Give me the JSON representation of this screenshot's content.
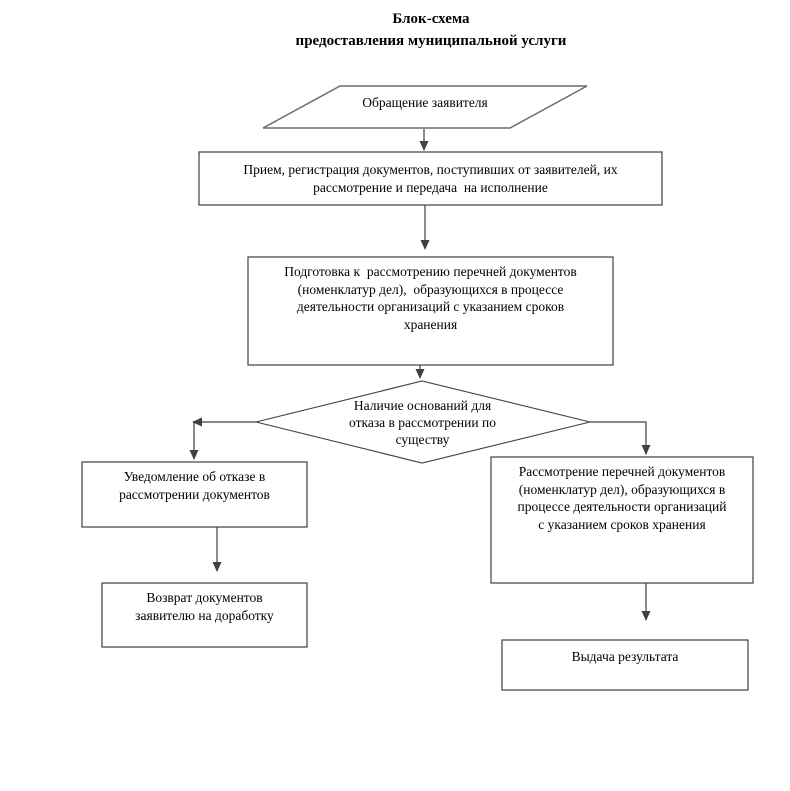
{
  "title": {
    "line1": "Блок-схема",
    "line2": "предоставления муниципальной услуги"
  },
  "nodes": {
    "start": {
      "shape": "parallelogram",
      "label": "Обращение заявителя"
    },
    "reception": {
      "shape": "process",
      "lines": [
        "Прием, регистрация документов, поступивших от заявителей, их",
        "рассмотрение и передача  на исполнение"
      ]
    },
    "preparation": {
      "shape": "process",
      "lines": [
        "Подготовка к  рассмотрению перечней документов",
        "(номенклатур дел),  образующихся в процессе",
        "деятельности организаций с указанием сроков",
        "хранения"
      ]
    },
    "decision": {
      "shape": "decision-diamond",
      "lines": [
        "Наличие оснований для",
        "отказа в рассмотрении по",
        "существу"
      ]
    },
    "refusal_notice": {
      "shape": "process",
      "lines": [
        "Уведомление об отказе в",
        "рассмотрении документов"
      ]
    },
    "return_docs": {
      "shape": "process",
      "lines": [
        "Возврат документов",
        "заявителю на доработку"
      ]
    },
    "review": {
      "shape": "process",
      "lines": [
        "Рассмотрение перечней документов",
        "(номенклатур дел), образующихся в",
        "процессе деятельности организаций",
        "с указанием сроков хранения"
      ]
    },
    "result": {
      "shape": "process",
      "label": "Выдача результата"
    }
  },
  "colors": {
    "stroke": "#404040",
    "parallelogram_stroke": "#6b6b6b",
    "text": "#000000",
    "background": "#ffffff"
  }
}
